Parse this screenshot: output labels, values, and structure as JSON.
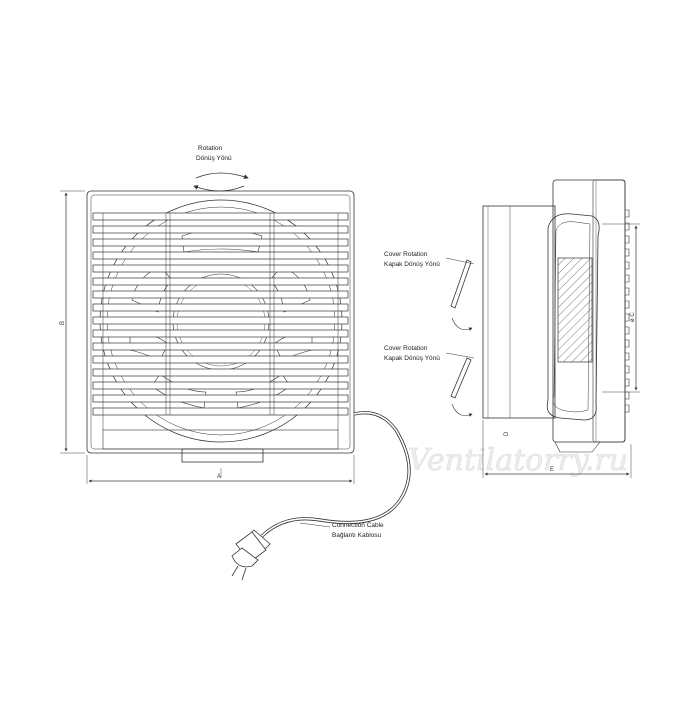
{
  "labels": {
    "rotation_en": "Rotation",
    "rotation_tr": "Dönüş Yönü",
    "cover_rotation_1_en": "Cover Rotation",
    "cover_rotation_1_tr": "Kapak Dönüş Yönü",
    "cover_rotation_2_en": "Cover Rotation",
    "cover_rotation_2_tr": "Kapak Dönüş Yönü",
    "cable_en": "Connection Cable",
    "cable_tr": "Bağlantı Kablosu"
  },
  "dimensions": {
    "a": "A",
    "b": "B",
    "c": "ø C",
    "d": "D",
    "e": "E"
  },
  "watermark": "Ventilatorry.ru",
  "colors": {
    "line": "#333333",
    "hatch": "#555555",
    "watermark": "#e6e6e6"
  }
}
